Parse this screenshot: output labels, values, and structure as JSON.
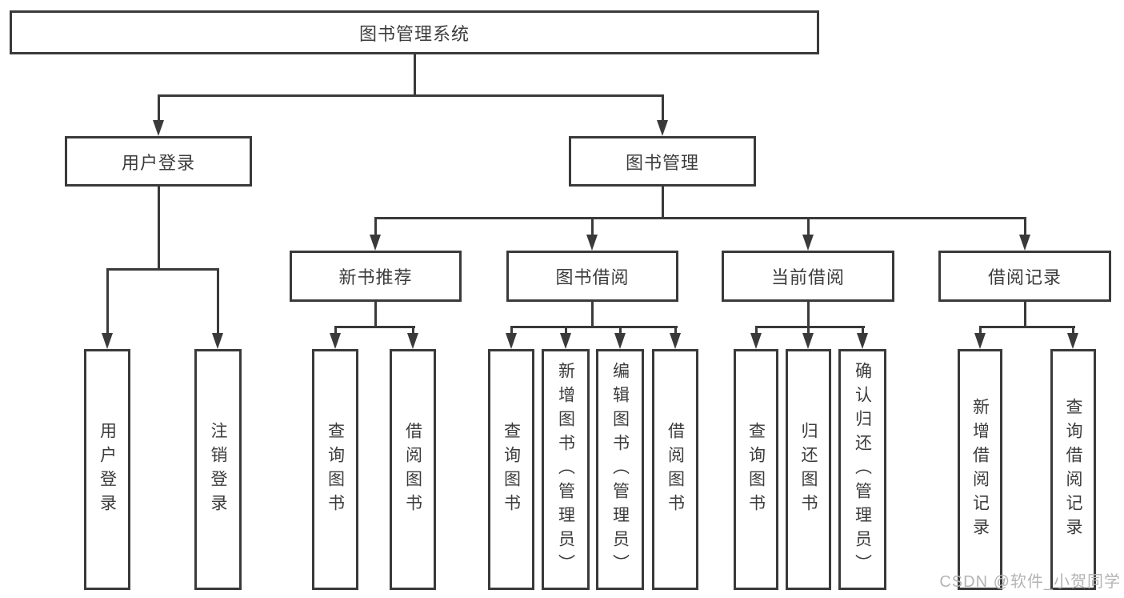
{
  "tree": {
    "root": {
      "label": "图书管理系统"
    },
    "branches": [
      {
        "label": "用户登录",
        "children": [
          {
            "label": "用户登录"
          },
          {
            "label": "注销登录"
          }
        ]
      },
      {
        "label": "图书管理",
        "sections": [
          {
            "label": "新书推荐",
            "children": [
              {
                "label": "查询图书"
              },
              {
                "label": "借阅图书"
              }
            ]
          },
          {
            "label": "图书借阅",
            "children": [
              {
                "label": "查询图书"
              },
              {
                "label": "新增图书（管理员）"
              },
              {
                "label": "编辑图书（管理员）"
              },
              {
                "label": "借阅图书"
              }
            ]
          },
          {
            "label": "当前借阅",
            "children": [
              {
                "label": "查询图书"
              },
              {
                "label": "归还图书"
              },
              {
                "label": "确认归还（管理员）"
              }
            ]
          },
          {
            "label": "借阅记录",
            "children": [
              {
                "label": "新增借阅记录"
              },
              {
                "label": "查询借阅记录"
              }
            ]
          }
        ]
      }
    ]
  },
  "watermark": "CSDN @软件_小贺同学",
  "colors": {
    "line": "#3a3a3a",
    "text": "#3c3c3c",
    "background": "#ffffff",
    "watermark": "#b4b4b4"
  }
}
